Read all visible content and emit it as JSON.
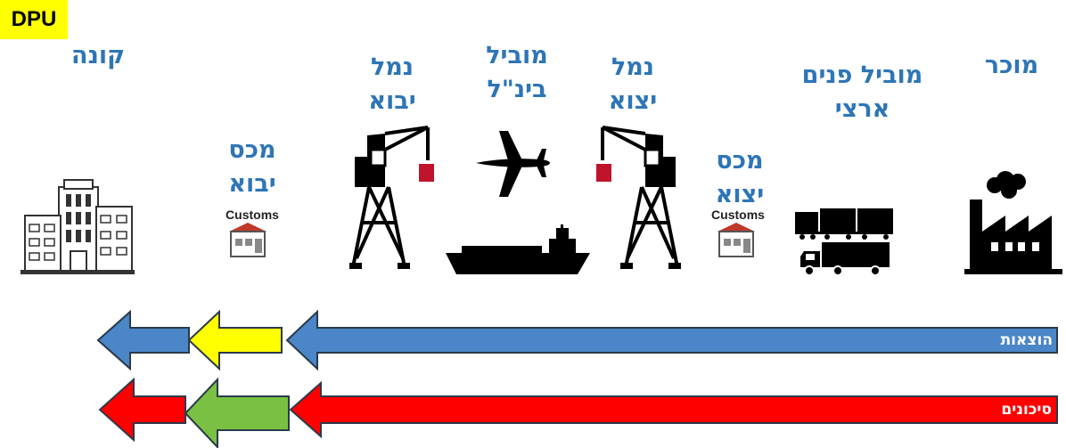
{
  "badge": "DPU",
  "labels": {
    "buyer": "קונה",
    "import_customs": "מכס\nיבוא",
    "import_port": "נמל\nיבוא",
    "intl_carrier": "מוביל\nבינ\"ל",
    "export_port": "נמל\nיצוא",
    "export_customs": "מכס\nיצוא",
    "domestic_carrier": "מוביל פנים\nארצי",
    "seller": "מוכר"
  },
  "customs_sign": "Customs",
  "bars": {
    "costs": "הוצאות",
    "risks": "סיכונים"
  },
  "colors": {
    "label_blue": "#2e75b6",
    "badge_yellow": "#ffff00",
    "costs_seller": "#4a86c8",
    "costs_transfer": "#ffff00",
    "costs_buyer": "#4a86c8",
    "risks_seller": "#ff0000",
    "risks_transfer": "#7ac143",
    "risks_buyer": "#ff0000"
  }
}
